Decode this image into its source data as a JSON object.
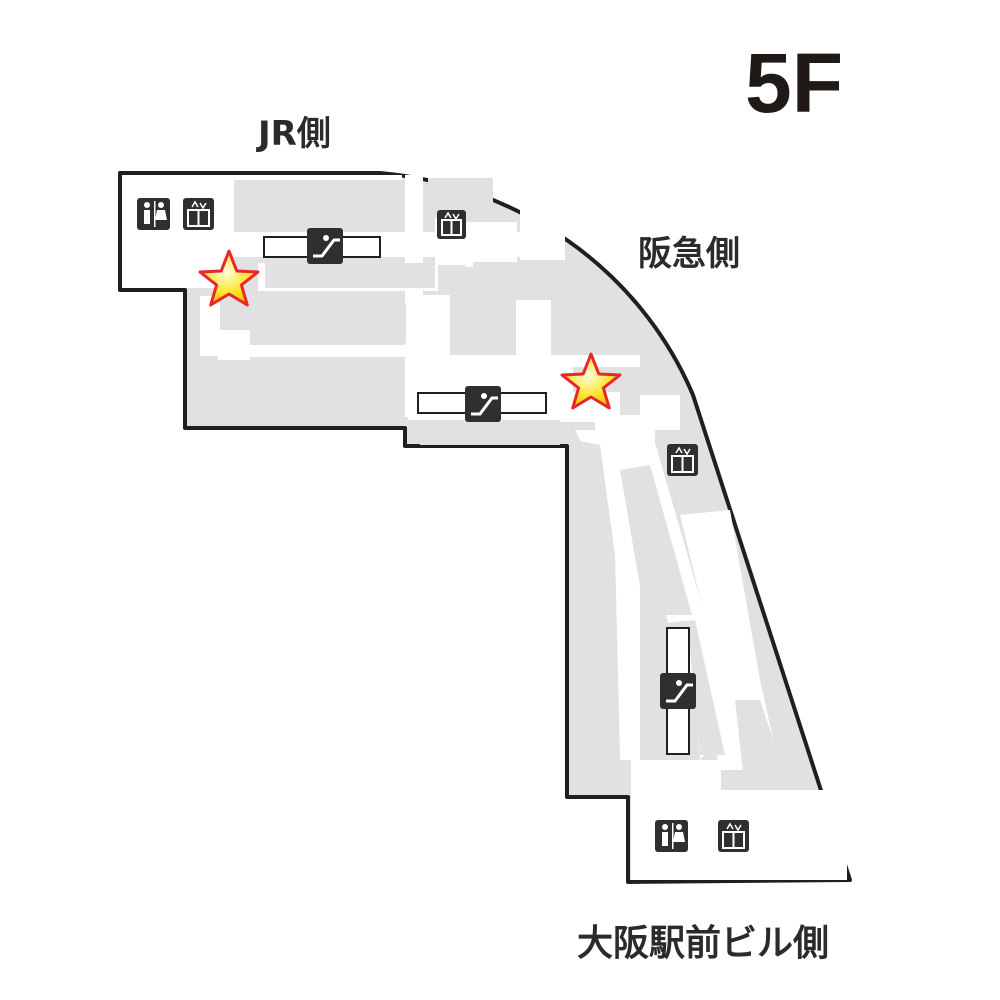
{
  "floor": {
    "label": "5F"
  },
  "directions": {
    "jr": "JR側",
    "hankyu": "阪急側",
    "ekimae": "大阪駅前ビル側"
  },
  "icons": {
    "restroom": "restroom-icon",
    "elevator": "elevator-icon",
    "escalator": "escalator-icon",
    "star": "star-marker-icon"
  },
  "colors": {
    "wall": "#1f1f1f",
    "floor_fill": "#e1e1e1",
    "corridor": "#ffffff",
    "icon_bg": "#2f2f2f",
    "star_fill": "#ffe633",
    "star_outline": "#e8262c"
  }
}
